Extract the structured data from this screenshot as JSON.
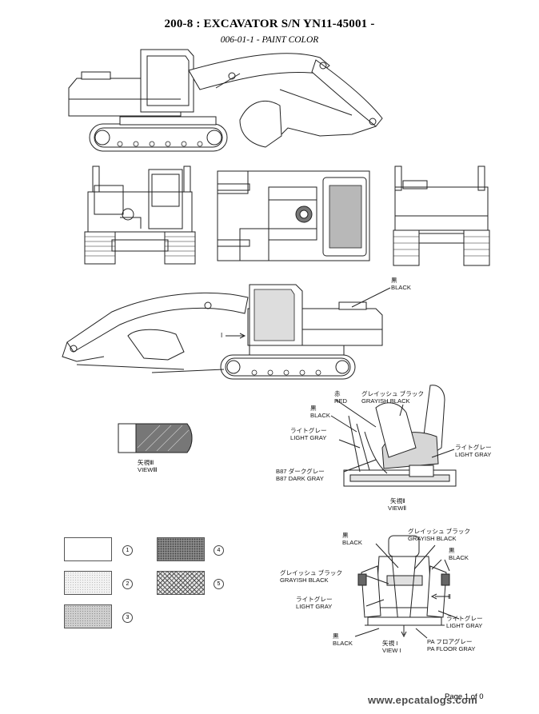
{
  "header": {
    "title": "200-8 : EXCAVATOR S/N YN11-45001 -",
    "subtitle": "006-01-1 - PAINT COLOR"
  },
  "view3": {
    "jp": "矢視Ⅲ",
    "en": "VIEWⅢ"
  },
  "view2": {
    "caption_jp": "矢視Ⅱ",
    "caption_en": "VIEWⅡ",
    "red_jp": "赤",
    "red_en": "RED",
    "grayish_black_jp": "グレイッシュ ブラック",
    "grayish_black_en": "GRAYISH BLACK",
    "black_jp": "黒",
    "black_en": "BLACK",
    "light_gray_left_jp": "ライトグレー",
    "light_gray_left_en": "LIGHT GRAY",
    "light_gray_right_jp": "ライトグレー",
    "light_gray_right_en": "LIGHT GRAY",
    "dark_gray_jp": "B87 ダークグレー",
    "dark_gray_en": "B87 DARK GRAY"
  },
  "side_view": {
    "black_jp": "黒",
    "black_en": "BLACK",
    "marker_I": "I"
  },
  "view1": {
    "caption_jp": "矢視 I",
    "caption_en": "VIEW I",
    "black_top_jp": "黒",
    "black_top_en": "BLACK",
    "grayish_black_top_jp": "グレイッシュ ブラック",
    "grayish_black_top_en": "GRAYISH BLACK",
    "black_right_jp": "黒",
    "black_right_en": "BLACK",
    "grayish_black_left_jp": "グレイッシュ ブラック",
    "grayish_black_left_en": "GRAYISH BLACK",
    "light_gray_left_jp": "ライトグレー",
    "light_gray_left_en": "LIGHT GRAY",
    "light_gray_right_jp": "ライトグレー",
    "light_gray_right_en": "LIGHT GRAY",
    "black_bottom_jp": "黒",
    "black_bottom_en": "BLACK",
    "pa_floor_jp": "PA フロアグレー",
    "pa_floor_en": "PA FLOOR GRAY",
    "marker_II": "Ⅱ"
  },
  "legend": [
    {
      "num": "1",
      "pattern": "white"
    },
    {
      "num": "2",
      "pattern": "light-dotted"
    },
    {
      "num": "3",
      "pattern": "medium-dotted"
    },
    {
      "num": "4",
      "pattern": "dark-dotted"
    },
    {
      "num": "5",
      "pattern": "crosshatch"
    }
  ],
  "footer": {
    "page": "Page 1 of 0",
    "site": "www.epcatalogs.com"
  }
}
